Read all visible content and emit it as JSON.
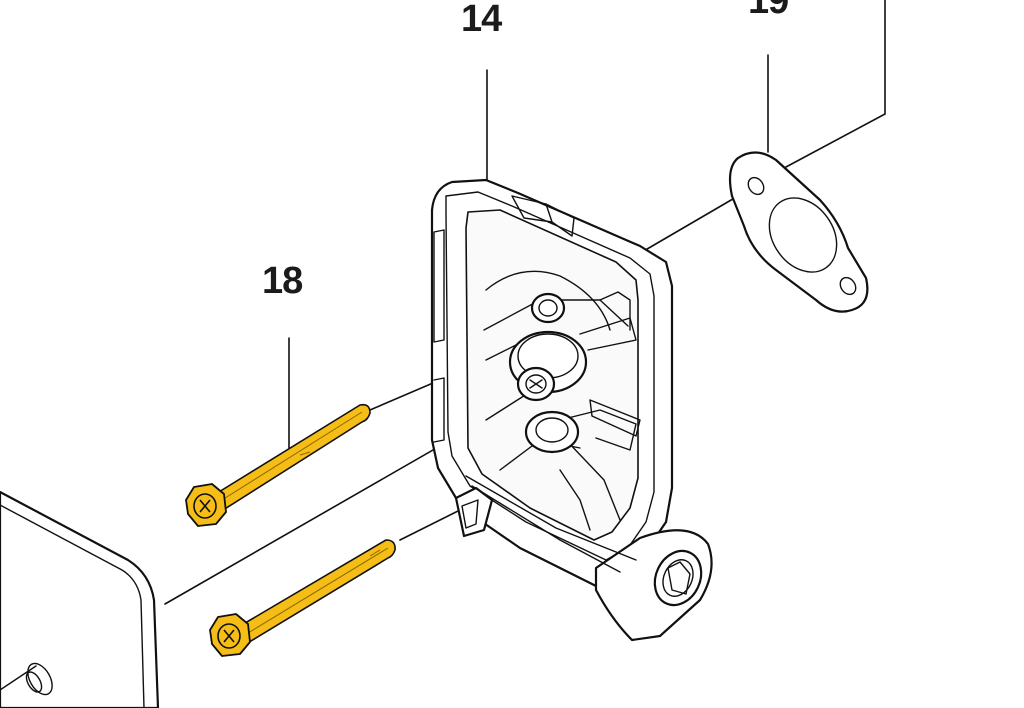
{
  "diagram": {
    "type": "exploded-parts-view",
    "callouts": {
      "part_14": "14",
      "part_18": "18",
      "part_19": "19"
    },
    "colors": {
      "bolt": "#f5bd16",
      "line": "#111111",
      "background": "#ffffff"
    }
  }
}
